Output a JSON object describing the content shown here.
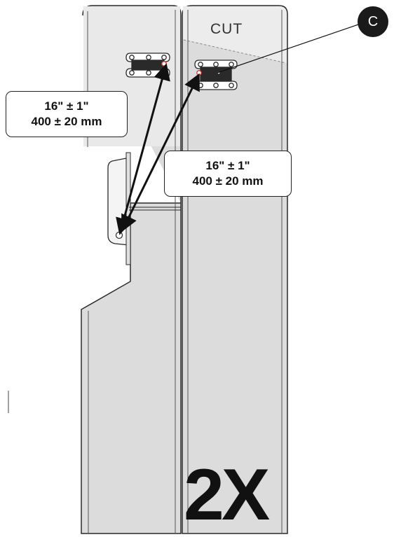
{
  "diagram": {
    "cut_label": "CUT",
    "callout_letter": "C",
    "multiplier_label": "2X",
    "dimension_left": {
      "imperial": "16\" ± 1\"",
      "metric": "400 ± 20 mm"
    },
    "dimension_right": {
      "imperial": "16\" ± 1\"",
      "metric": "400 ± 20 mm"
    },
    "colors": {
      "panel_fill": "#dcdcdc",
      "panel_light_fill": "#e9e9e9",
      "outline": "#2a2a2a",
      "hole_accent": "#d9342b",
      "callout_fill": "#1a1a1a"
    }
  }
}
